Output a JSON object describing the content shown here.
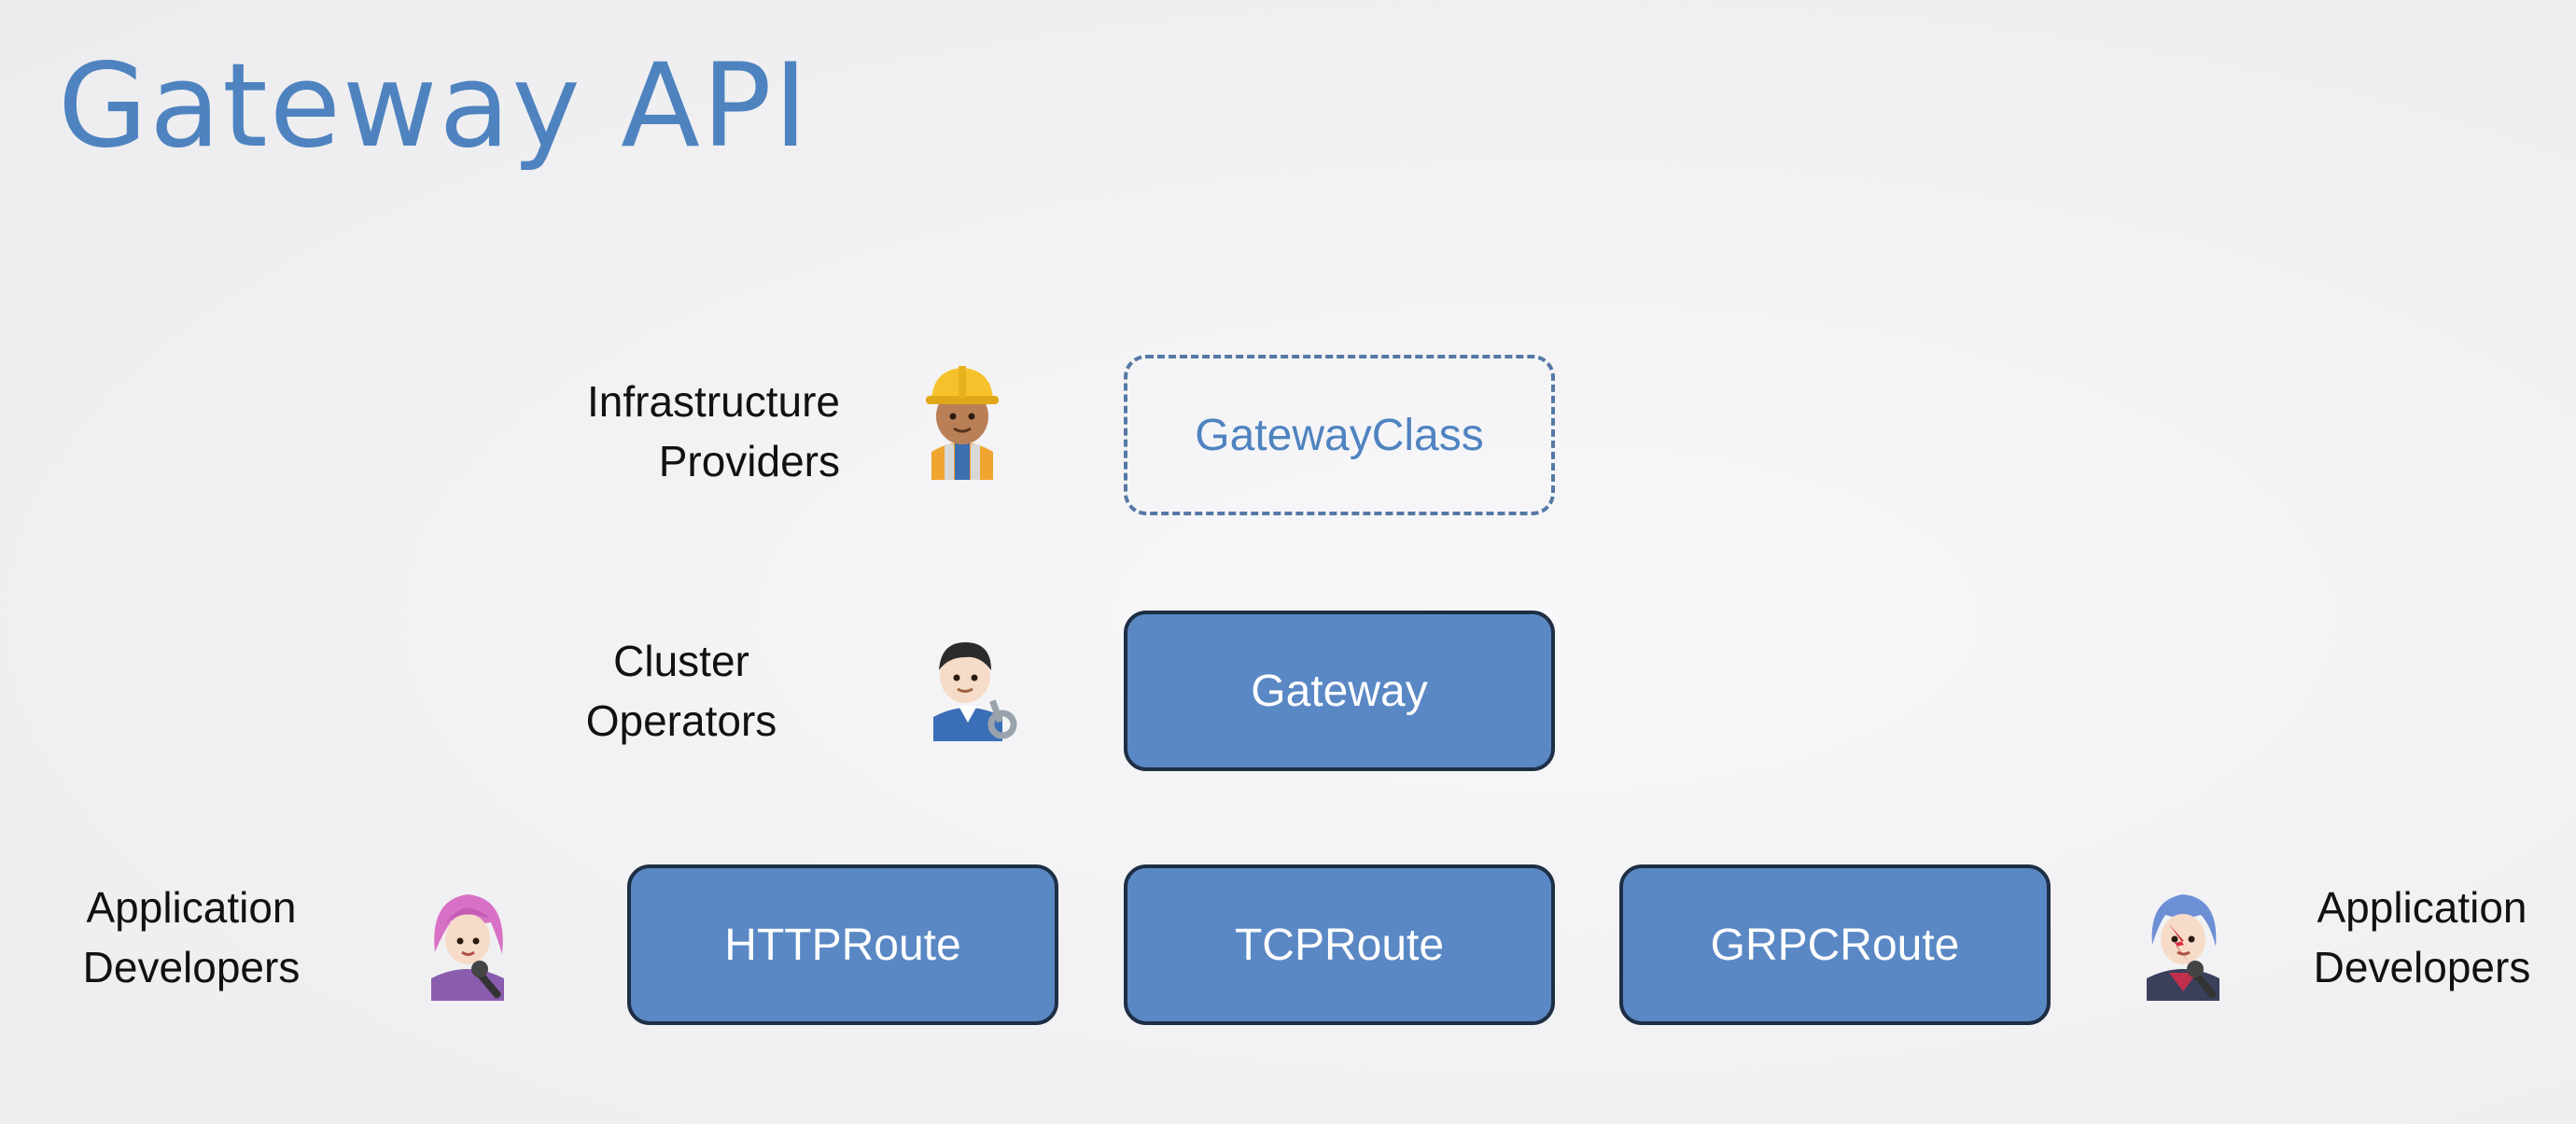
{
  "slide": {
    "title": "Gateway API"
  },
  "roles": {
    "infrastructure": [
      "Infrastructure",
      "Providers"
    ],
    "cluster": [
      "Cluster",
      "Operators"
    ],
    "app_left": [
      "Application",
      "Developers"
    ],
    "app_right": [
      "Application",
      "Developers"
    ]
  },
  "resources": {
    "gateway_class": "GatewayClass",
    "gateway": "Gateway",
    "http_route": "HTTPRoute",
    "tcp_route": "TCPRoute",
    "grpc_route": "GRPCRoute"
  },
  "icons": {
    "infrastructure": "construction-worker-icon",
    "cluster": "mechanic-icon",
    "app_left": "singer-icon",
    "app_right": "singer-icon"
  },
  "colors": {
    "accent": "#4f83c0",
    "box_fill": "#5a88c5",
    "box_border": "#1e2f45"
  }
}
